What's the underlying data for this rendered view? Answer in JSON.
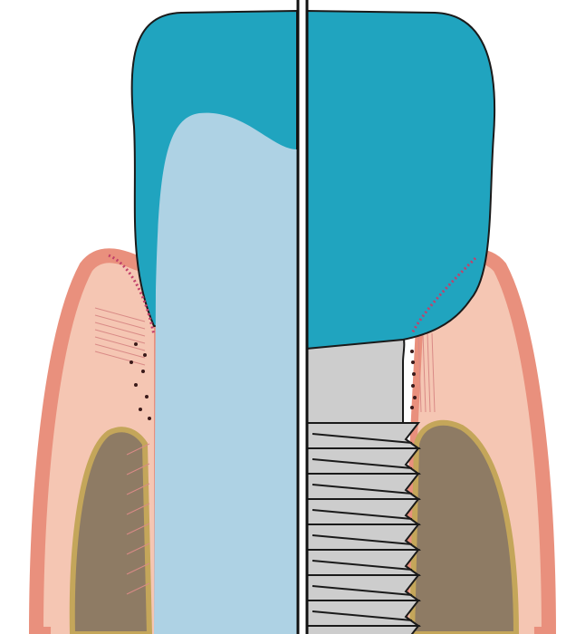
{
  "colors": {
    "crown": "#20a4bf",
    "dentin_root": "#aed2e4",
    "gingiva": "#f5c6b3",
    "gingiva_edge": "#e9907d",
    "bone": "#8e7b64",
    "bone_border": "#c4a65a",
    "implant": "#cdcdcd",
    "outline": "#1a1a1a",
    "fibers": "#d98a86",
    "epithelium": "#c2406a"
  },
  "panels": [
    {
      "side": "left",
      "subject": "natural-tooth"
    },
    {
      "side": "right",
      "subject": "dental-implant"
    }
  ]
}
